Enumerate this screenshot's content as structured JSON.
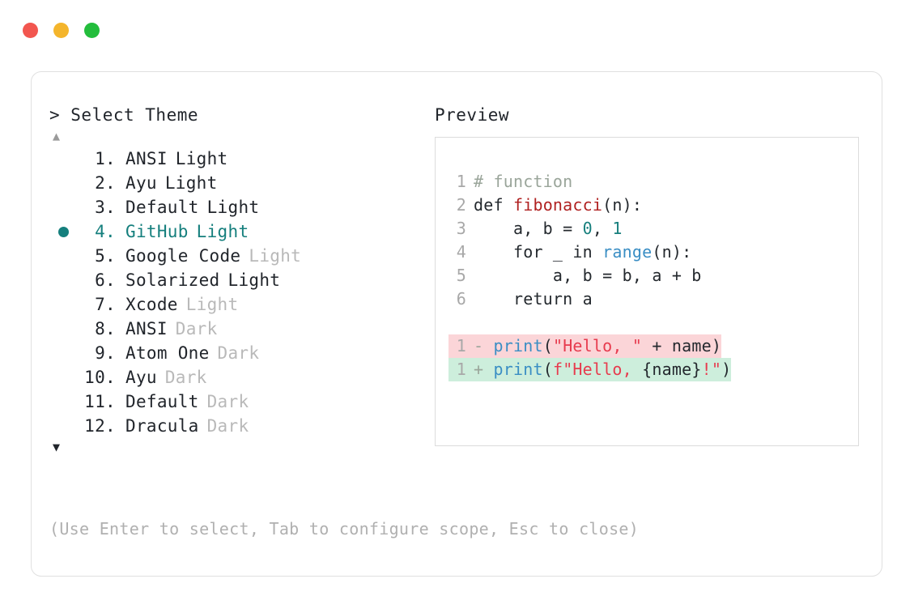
{
  "window": {
    "controls": [
      {
        "name": "close",
        "color": "#f2564f"
      },
      {
        "name": "minimize",
        "color": "#f4b52c"
      },
      {
        "name": "maximize",
        "color": "#23bd3c"
      }
    ]
  },
  "left": {
    "prompt": "> Select Theme",
    "scroll_up": "▲",
    "scroll_down": "▼",
    "selected_index": 4,
    "accent": "#157f7d",
    "items": [
      {
        "index": "1.",
        "name": "ANSI",
        "variant": "Light",
        "variant_muted": false,
        "selected": false
      },
      {
        "index": "2.",
        "name": "Ayu",
        "variant": "Light",
        "variant_muted": false,
        "selected": false
      },
      {
        "index": "3.",
        "name": "Default",
        "variant": "Light",
        "variant_muted": false,
        "selected": false
      },
      {
        "index": "4.",
        "name": "GitHub",
        "variant": "Light",
        "variant_muted": false,
        "selected": true
      },
      {
        "index": "5.",
        "name": "Google Code",
        "variant": "Light",
        "variant_muted": true,
        "selected": false
      },
      {
        "index": "6.",
        "name": "Solarized",
        "variant": "Light",
        "variant_muted": false,
        "selected": false
      },
      {
        "index": "7.",
        "name": "Xcode",
        "variant": "Light",
        "variant_muted": true,
        "selected": false
      },
      {
        "index": "8.",
        "name": "ANSI",
        "variant": "Dark",
        "variant_muted": true,
        "selected": false
      },
      {
        "index": "9.",
        "name": "Atom One",
        "variant": "Dark",
        "variant_muted": true,
        "selected": false
      },
      {
        "index": "10.",
        "name": "Ayu",
        "variant": "Dark",
        "variant_muted": true,
        "selected": false
      },
      {
        "index": "11.",
        "name": "Default",
        "variant": "Dark",
        "variant_muted": true,
        "selected": false
      },
      {
        "index": "12.",
        "name": "Dracula",
        "variant": "Dark",
        "variant_muted": true,
        "selected": false
      }
    ],
    "hint": "(Use Enter to select, Tab to configure scope, Esc to close)"
  },
  "right": {
    "title": "Preview",
    "code_lines": [
      {
        "ln": "1",
        "tokens": [
          {
            "t": "# function",
            "c": "tok-comment"
          }
        ]
      },
      {
        "ln": "2",
        "tokens": [
          {
            "t": "def ",
            "c": "tok-kw"
          },
          {
            "t": "fibonacci",
            "c": "tok-fn"
          },
          {
            "t": "(n):",
            "c": "tok-punct"
          }
        ]
      },
      {
        "ln": "3",
        "tokens": [
          {
            "t": "    a, b = ",
            "c": "tok-plain"
          },
          {
            "t": "0",
            "c": "tok-num"
          },
          {
            "t": ", ",
            "c": "tok-plain"
          },
          {
            "t": "1",
            "c": "tok-num"
          }
        ]
      },
      {
        "ln": "4",
        "tokens": [
          {
            "t": "    for _ in ",
            "c": "tok-plain"
          },
          {
            "t": "range",
            "c": "tok-builtin"
          },
          {
            "t": "(n):",
            "c": "tok-punct"
          }
        ]
      },
      {
        "ln": "5",
        "tokens": [
          {
            "t": "        a, b = b, a + b",
            "c": "tok-plain"
          }
        ]
      },
      {
        "ln": "6",
        "tokens": [
          {
            "t": "    return a",
            "c": "tok-plain"
          }
        ]
      }
    ],
    "diff_lines": [
      {
        "ln": "1",
        "sign": "-",
        "kind": "minus",
        "tokens": [
          {
            "t": "print",
            "c": "tok-builtin"
          },
          {
            "t": "(",
            "c": "tok-punct"
          },
          {
            "t": "\"Hello, \"",
            "c": "tok-str"
          },
          {
            "t": " + name",
            "c": "tok-plain"
          },
          {
            "t": ")",
            "c": "tok-punct"
          }
        ]
      },
      {
        "ln": "1",
        "sign": "+",
        "kind": "plus",
        "tokens": [
          {
            "t": "print",
            "c": "tok-builtin"
          },
          {
            "t": "(",
            "c": "tok-punct"
          },
          {
            "t": "f\"Hello, ",
            "c": "tok-str"
          },
          {
            "t": "{name}",
            "c": "tok-plain"
          },
          {
            "t": "!\"",
            "c": "tok-str"
          },
          {
            "t": ")",
            "c": "tok-punct"
          }
        ]
      }
    ]
  }
}
